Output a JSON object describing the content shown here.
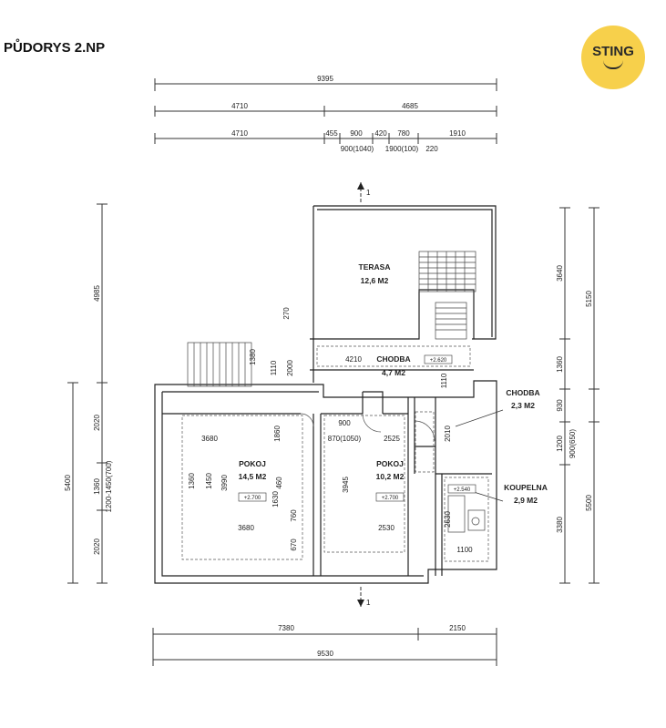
{
  "title": "PŮDORYS 2.NP",
  "logo": {
    "text": "STING",
    "color": "#f7d04b"
  },
  "section_marks": {
    "top": "1",
    "bottom": "1"
  },
  "dims_top": {
    "overall": "9395",
    "left": "4710",
    "right": "4685",
    "row3": [
      "4710",
      "455",
      "900",
      "420",
      "780",
      "1910"
    ],
    "row3_sub": [
      "900(1040)",
      "1900(100)",
      "220"
    ]
  },
  "dims_bottom": {
    "left": "7380",
    "right": "2150",
    "overall": "9530"
  },
  "dims_left": {
    "outer_top": "4985",
    "outer_bottom": "5400",
    "inner": [
      "2020",
      "1360",
      "1200-1450(700)",
      "2020"
    ]
  },
  "dims_right": {
    "inner": [
      "3640",
      "1360",
      "930",
      "1200",
      "3380"
    ],
    "outer": [
      "5150",
      "900(650)",
      "5500"
    ]
  },
  "dims_interior": {
    "stair_a": "1380",
    "stair_b": "1110",
    "stair_c": "2000",
    "stair_d": "270",
    "chodba_len": "4210",
    "chodba_w": "1110",
    "p1_top": "3680",
    "p1_bottom": "3680",
    "p1_h": "3990",
    "p1_side_a": "1360",
    "p1_side_b": "1450",
    "p1_door_a": "1860",
    "p1_door_b": "1630",
    "p1_door_c": "460",
    "p1_door_d": "760",
    "p1_door_e": "670",
    "p2_door": "900",
    "p2_door_b": "870(1050)",
    "p2_top": "2525",
    "p2_h": "3945",
    "p2_bottom": "2530",
    "ch2_len": "2010",
    "koup_len": "2630",
    "koup_w": "1100"
  },
  "rooms": [
    {
      "name": "TERASA",
      "area": "12,6 M2"
    },
    {
      "name": "CHODBA",
      "area": "4,7 M2",
      "level": "+2.620"
    },
    {
      "name": "CHODBA",
      "area": "2,3 M2"
    },
    {
      "name": "POKOJ",
      "area": "14,5 M2",
      "level": "+2.700"
    },
    {
      "name": "POKOJ",
      "area": "10,2 M2",
      "level": "+2.700"
    },
    {
      "name": "KOUPELNA",
      "area": "2,9 M2",
      "level": "+2.540"
    }
  ]
}
